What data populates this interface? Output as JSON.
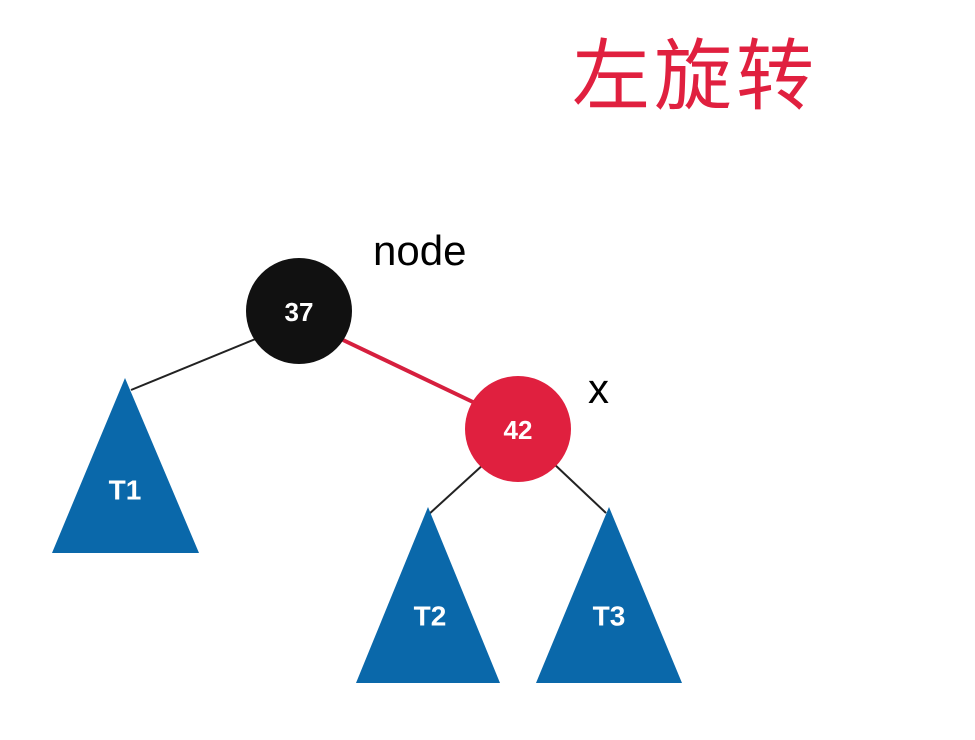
{
  "title": "左旋转",
  "labels": {
    "node": "node",
    "x": "x"
  },
  "nodes": {
    "root": {
      "value": "37",
      "color": "#111111"
    },
    "child": {
      "value": "42",
      "color": "#e0203f"
    }
  },
  "subtrees": {
    "t1": "T1",
    "t2": "T2",
    "t3": "T3",
    "color": "#0a68aa"
  },
  "edge_colors": {
    "highlight": "#d61f3e",
    "normal": "#222222"
  }
}
